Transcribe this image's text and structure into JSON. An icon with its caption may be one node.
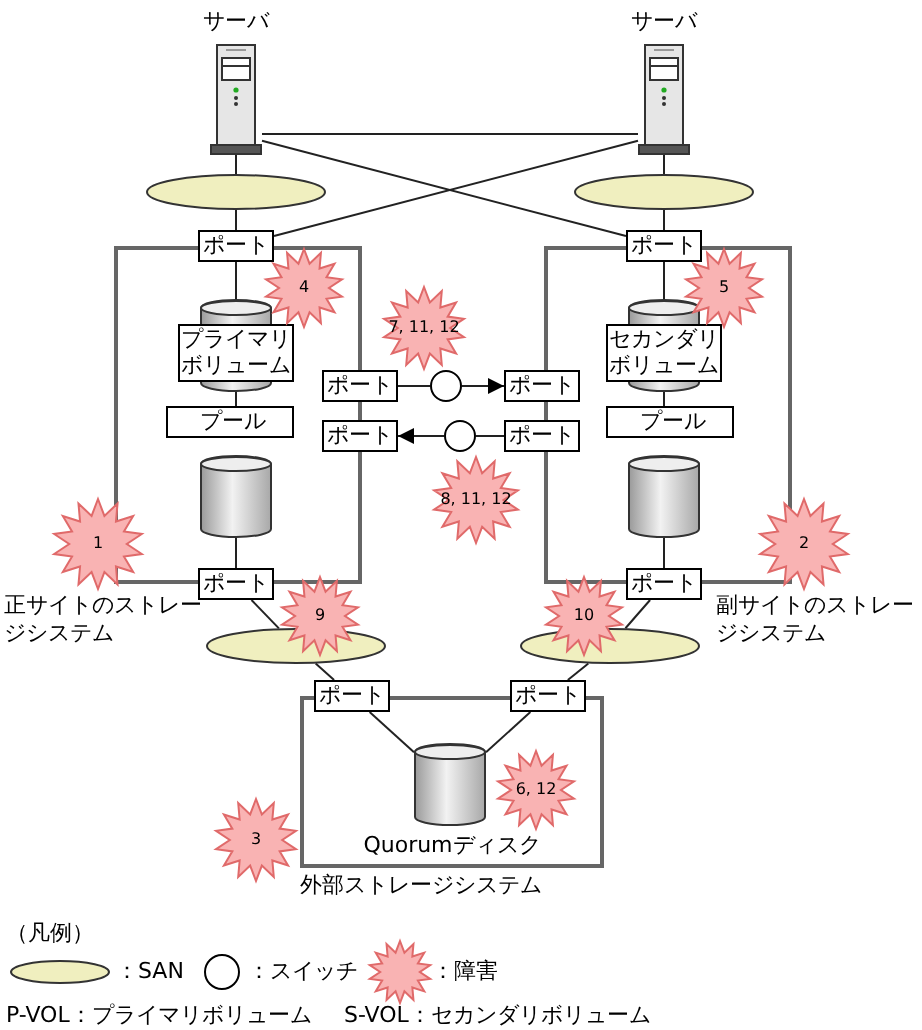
{
  "diagram": {
    "nodes": [
      {
        "text": [
          "サーバ"
        ]
      },
      {
        "text": [
          "サーバ"
        ]
      },
      {
        "text": [],
        "shape": "ellipse"
      },
      {
        "text": [],
        "shape": "ellipse"
      },
      {
        "text": [
          "正サイトのストレージシステム"
        ]
      },
      {
        "text": [
          "ポート"
        ]
      },
      {
        "text": [
          "プライマリボリューム"
        ],
        "in": 4
      },
      {
        "text": [
          "プール"
        ],
        "in": 4
      },
      {
        "text": [],
        "shape": "cylinder",
        "in": 4
      },
      {
        "text": [
          "ポート"
        ]
      },
      {
        "text": [
          "ポート"
        ]
      },
      {
        "text": [
          "ポート"
        ]
      },
      {
        "text": [],
        "shape": "circle"
      },
      {
        "text": [],
        "shape": "circle"
      },
      {
        "text": [
          "副サイトのストレージシステム"
        ]
      },
      {
        "text": [
          "ポート"
        ]
      },
      {
        "text": [
          "ポート"
        ]
      },
      {
        "text": [
          "ポート"
        ]
      },
      {
        "text": [
          "セカンダリボリューム"
        ],
        "in": 14
      },
      {
        "text": [
          "プール"
        ],
        "in": 14
      },
      {
        "text": [],
        "shape": "cylinder",
        "in": 14
      },
      {
        "text": [
          "ポート"
        ]
      },
      {
        "text": [],
        "shape": "ellipse"
      },
      {
        "text": [],
        "shape": "ellipse"
      },
      {
        "text": [
          "外部ストレージシステム"
        ]
      },
      {
        "text": [
          "ポート"
        ]
      },
      {
        "text": [
          "ポート"
        ]
      },
      {
        "text": [
          "Quorumディスク"
        ],
        "in": 24
      },
      {
        "text": [
          "4"
        ],
        "in": 4
      },
      {
        "text": [
          "5"
        ],
        "in": 14
      },
      {
        "text": [
          "7, 11, 12"
        ]
      },
      {
        "text": [
          "8, 11, 12"
        ]
      },
      {
        "text": [
          "1"
        ]
      },
      {
        "text": [
          "2"
        ]
      },
      {
        "text": [
          "9"
        ]
      },
      {
        "text": [
          "10"
        ]
      },
      {
        "text": [
          "6, 12"
        ],
        "in": 24
      },
      {
        "text": [
          "3"
        ]
      }
    ],
    "edges": [
      {
        "from": 0,
        "to": 2,
        "arrow": "none"
      },
      {
        "from": 0,
        "to": 15,
        "arrow": "none"
      },
      {
        "from": 1,
        "to": 3,
        "arrow": "none"
      },
      {
        "from": 1,
        "to": 5,
        "arrow": "none"
      },
      {
        "from": 0,
        "to": 1,
        "arrow": "none"
      },
      {
        "from": 2,
        "to": 5,
        "arrow": "none"
      },
      {
        "from": 3,
        "to": 15,
        "arrow": "none"
      },
      {
        "from": 5,
        "to": 6,
        "arrow": "none"
      },
      {
        "from": 6,
        "to": 7,
        "arrow": "none"
      },
      {
        "from": 8,
        "to": 9,
        "arrow": "none"
      },
      {
        "from": 10,
        "to": 12,
        "arrow": "none"
      },
      {
        "from": 12,
        "to": 16,
        "arrow": "to"
      },
      {
        "from": 17,
        "to": 13,
        "arrow": "none"
      },
      {
        "from": 13,
        "to": 11,
        "arrow": "to"
      },
      {
        "from": 15,
        "to": 18,
        "arrow": "none"
      },
      {
        "from": 18,
        "to": 19,
        "arrow": "none"
      },
      {
        "from": 20,
        "to": 21,
        "arrow": "none"
      },
      {
        "from": 9,
        "to": 22,
        "arrow": "none"
      },
      {
        "from": 21,
        "to": 23,
        "arrow": "none"
      },
      {
        "from": 22,
        "to": 25,
        "arrow": "none"
      },
      {
        "from": 23,
        "to": 26,
        "arrow": "none"
      },
      {
        "from": 25,
        "to": 27,
        "arrow": "none"
      },
      {
        "from": 26,
        "to": 27,
        "arrow": "none"
      }
    ],
    "labels": [
      "（凡例）",
      "P-VOL：プライマリボリューム",
      "S-VOL：セカンダリボリューム"
    ],
    "legend": [
      {
        "text": "：SAN"
      },
      {
        "text": "：スイッチ"
      },
      {
        "text": "：障害"
      }
    ]
  }
}
